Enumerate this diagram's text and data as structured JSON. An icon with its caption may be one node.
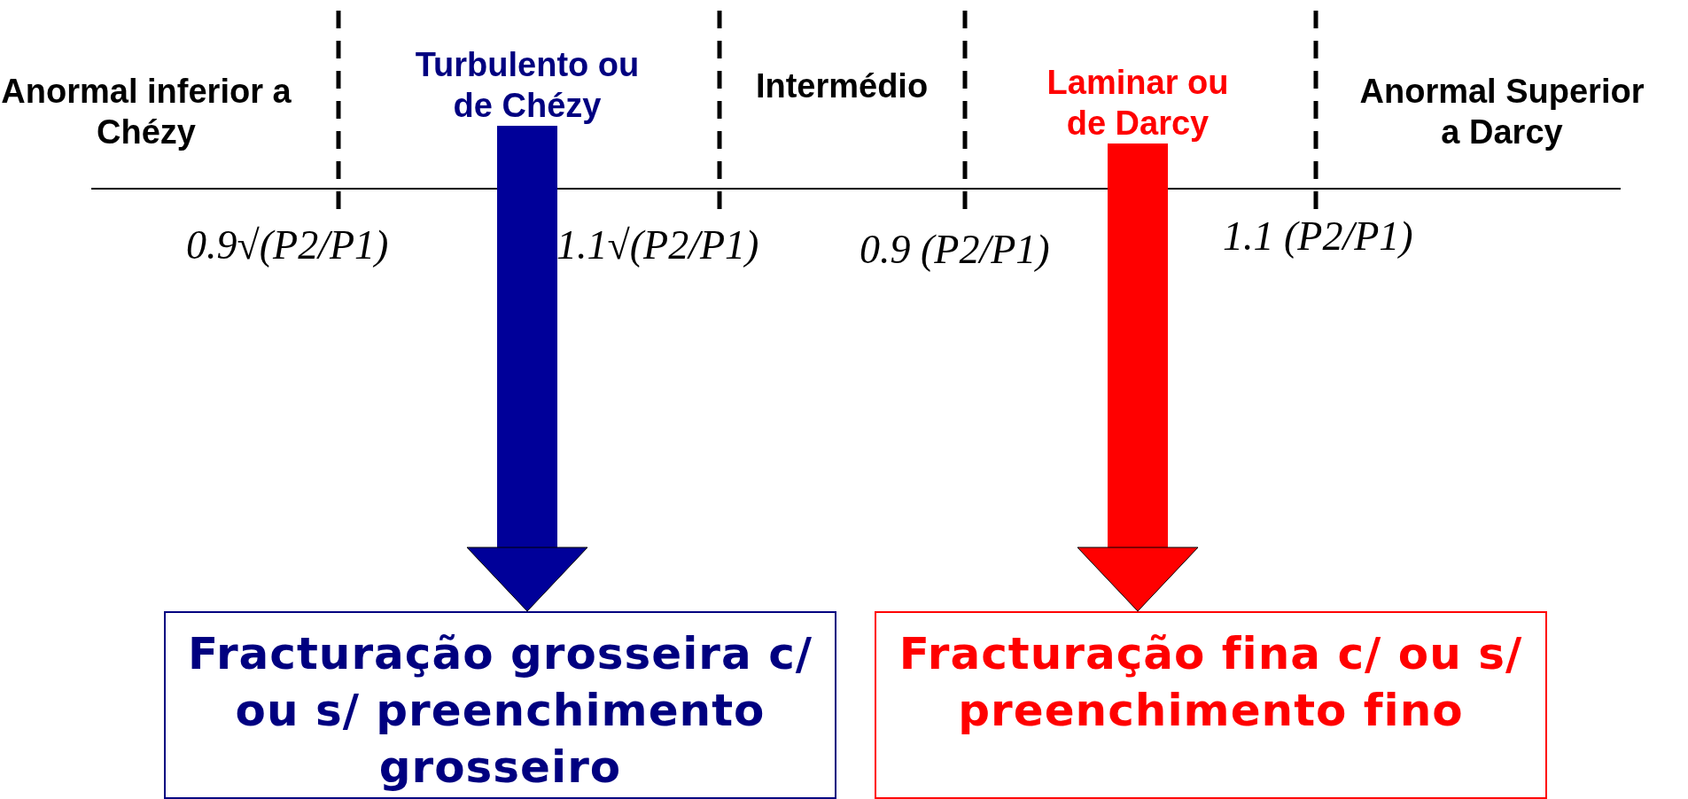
{
  "diagram": {
    "nodes": [
      {
        "text": [
          "Anormal inferior a Chézy"
        ]
      },
      {
        "text": [
          "Turbulento ou de Chézy"
        ]
      },
      {
        "text": [
          "Intermédio"
        ]
      },
      {
        "text": [
          "Laminar ou de Darcy"
        ]
      },
      {
        "text": [
          "Anormal Superior a Darcy"
        ]
      },
      {
        "text": [
          "Fracturação grosseira c/ ou s/ preenchimento grosseiro"
        ]
      },
      {
        "text": [
          "Fracturação fina c/ ou s/ preenchimento fino"
        ]
      }
    ],
    "edges": [
      {
        "from": 1,
        "to": 5,
        "arrow": "to",
        "color": "#000099"
      },
      {
        "from": 3,
        "to": 6,
        "arrow": "to",
        "color": "#ff0000"
      }
    ],
    "labels": [
      "0.9√(P2/P1)",
      "1.1√(P2/P1)",
      "0.9 (P2/P1)",
      "1.1 (P2/P1)"
    ]
  }
}
